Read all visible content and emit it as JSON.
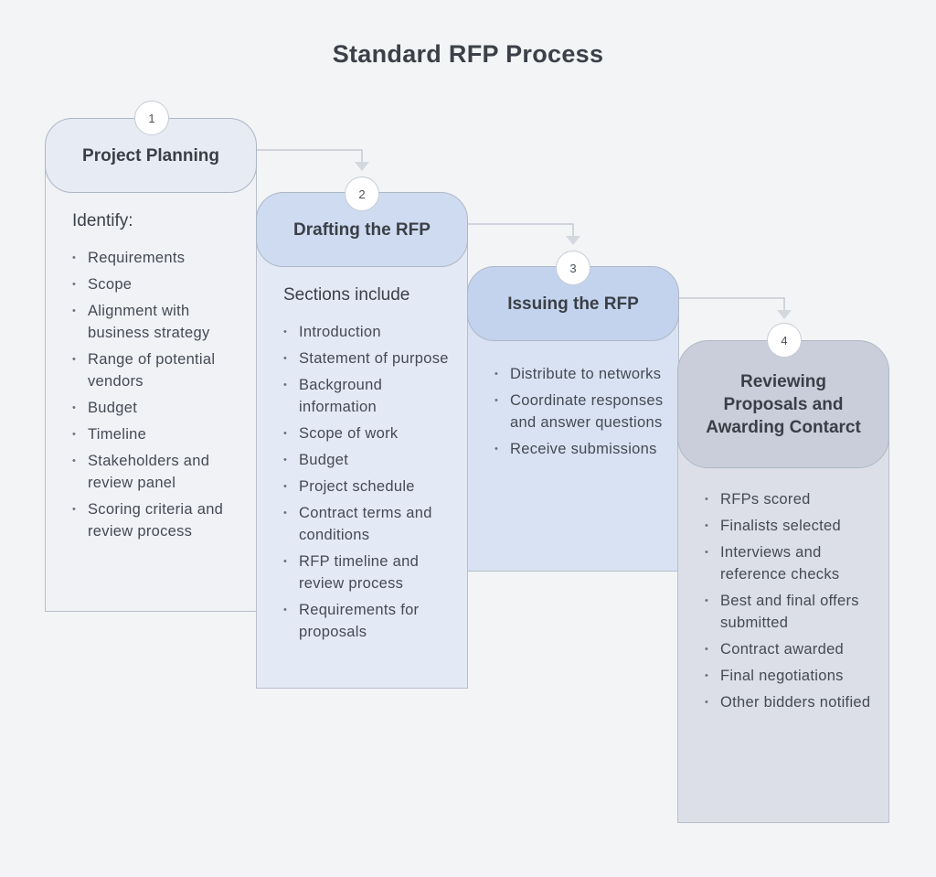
{
  "title": "Standard RFP Process",
  "steps": [
    {
      "number": "1",
      "title": "Project Planning",
      "label": "Identify:",
      "items": [
        "Requirements",
        "Scope",
        "Alignment with business strategy",
        "Range of potential vendors",
        "Budget",
        "Timeline",
        "Stakeholders and review panel",
        "Scoring criteria and review process"
      ],
      "pill_color": "#e7ebf3",
      "body_color": "#f0f2f6"
    },
    {
      "number": "2",
      "title": "Drafting the RFP",
      "label": "Sections include",
      "items": [
        "Introduction",
        "Statement of purpose",
        "Background information",
        "Scope of work",
        "Budget",
        "Project schedule",
        "Contract terms and conditions",
        "RFP timeline and review process",
        "Requirements for proposals"
      ],
      "pill_color": "#cfdbf0",
      "body_color": "#e3e9f5"
    },
    {
      "number": "3",
      "title": "Issuing the RFP",
      "label": "",
      "items": [
        "Distribute to networks",
        "Coordinate responses and answer questions",
        "Receive submissions"
      ],
      "pill_color": "#c3d3ee",
      "body_color": "#d8e2f2"
    },
    {
      "number": "4",
      "title": "Reviewing Proposals and Awarding Contarct",
      "label": "",
      "items": [
        "RFPs scored",
        "Finalists selected",
        "Interviews and reference checks",
        "Best and final offers submitted",
        "Contract awarded",
        "Final negotiations",
        "Other bidders notified"
      ],
      "pill_color": "#c9ceda",
      "body_color": "#dcdfe7"
    }
  ]
}
